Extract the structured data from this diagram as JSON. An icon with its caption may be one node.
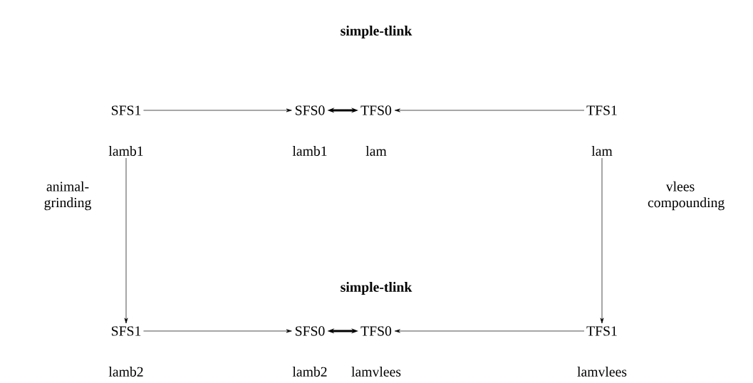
{
  "diagram": {
    "nodes": [
      {
        "text": [
          "SFS1"
        ],
        "beside": [
          "lamb1"
        ]
      },
      {
        "text": [
          "SFS0"
        ],
        "beside": [
          "lamb1"
        ]
      },
      {
        "text": [
          "TFS0"
        ],
        "beside": [
          "lam"
        ]
      },
      {
        "text": [
          "TFS1"
        ],
        "beside": [
          "lam"
        ]
      },
      {
        "text": [
          "SFS1"
        ],
        "beside": [
          "lamb2"
        ]
      },
      {
        "text": [
          "SFS0"
        ],
        "beside": [
          "lamb2"
        ]
      },
      {
        "text": [
          "TFS0"
        ],
        "beside": [
          "lamvlees"
        ]
      },
      {
        "text": [
          "TFS1"
        ],
        "beside": [
          "lamvlees"
        ]
      }
    ],
    "edges": [
      {
        "from": 0,
        "to": 1,
        "arrow": "to"
      },
      {
        "from": 1,
        "to": 2,
        "arrow": "both",
        "style": "thick"
      },
      {
        "from": 3,
        "to": 2,
        "arrow": "to"
      },
      {
        "from": 4,
        "to": 5,
        "arrow": "to"
      },
      {
        "from": 5,
        "to": 6,
        "arrow": "both",
        "style": "thick"
      },
      {
        "from": 7,
        "to": 6,
        "arrow": "to"
      },
      {
        "from": 0,
        "to": 4,
        "arrow": "to",
        "label": "animal-grinding"
      },
      {
        "from": 3,
        "to": 7,
        "arrow": "to",
        "label": "vlees compounding"
      }
    ],
    "labels": [
      "simple-tlink",
      "simple-tlink"
    ]
  }
}
